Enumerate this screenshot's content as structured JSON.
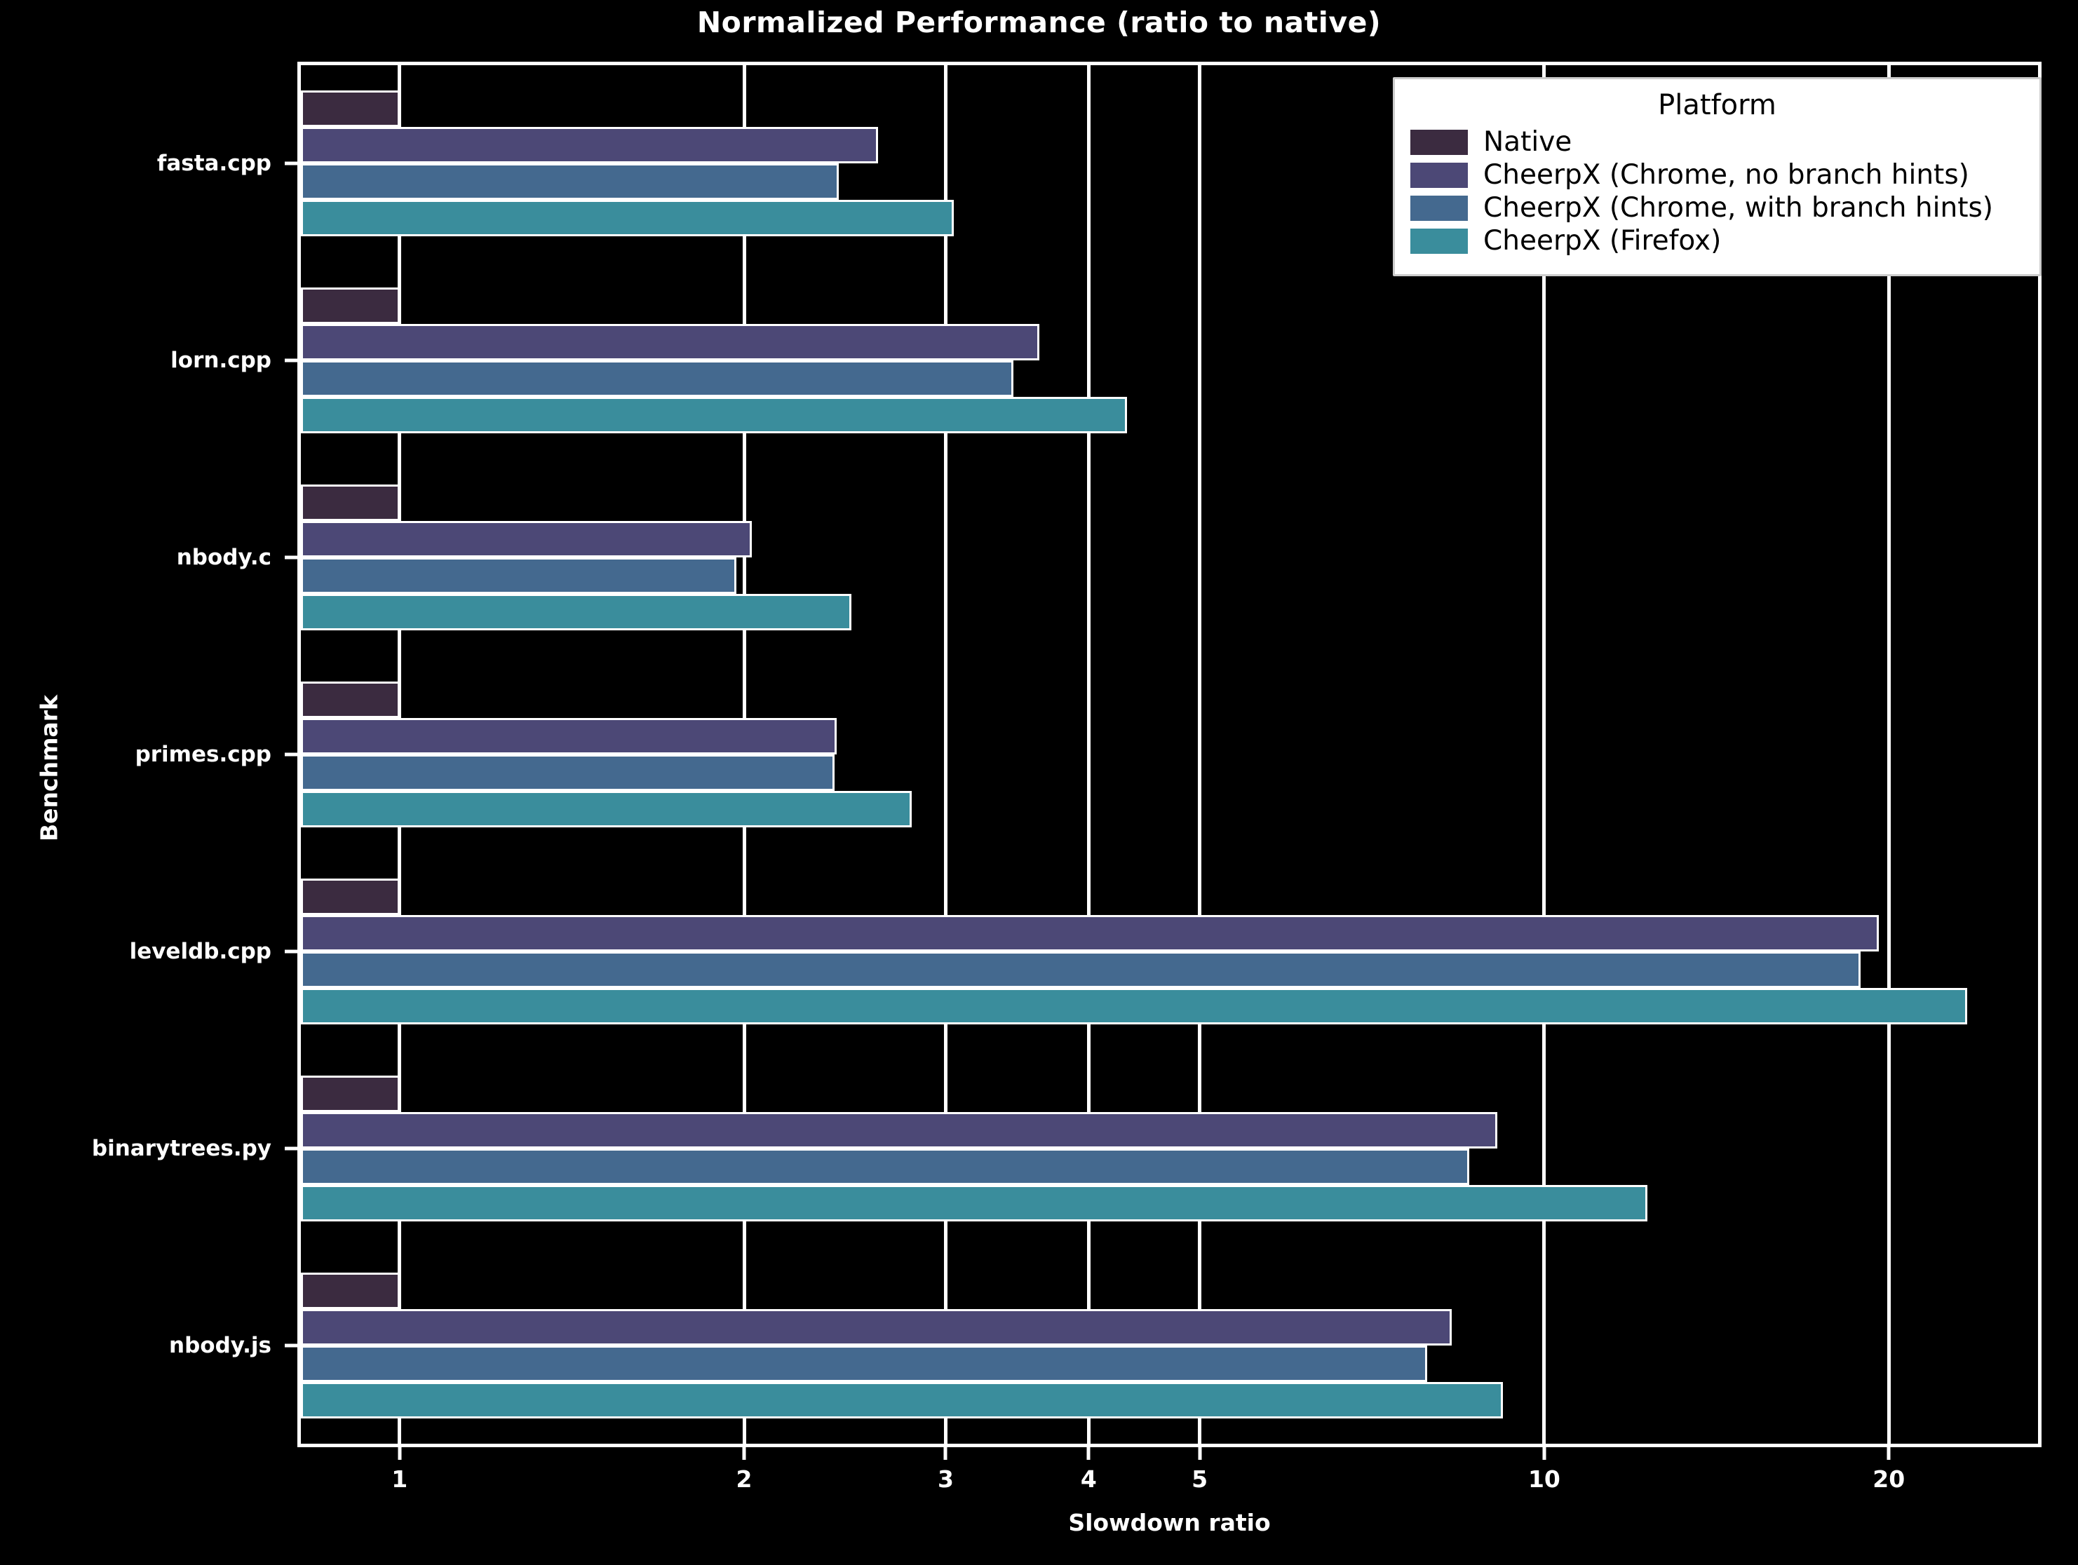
{
  "chart": {
    "title": "Normalized Performance (ratio to native)",
    "xlabel": "Slowdown ratio",
    "ylabel": "Benchmark"
  },
  "legend": {
    "title": "Platform",
    "entries": [
      {
        "label": "Native",
        "color": "#3b2b40"
      },
      {
        "label": "CheerpX (Chrome, no branch hints)",
        "color": "#4c4876"
      },
      {
        "label": "CheerpX (Chrome, with branch hints)",
        "color": "#44698f"
      },
      {
        "label": "CheerpX (Firefox)",
        "color": "#3a8d9c"
      }
    ]
  },
  "axes": {
    "x_ticks": [
      {
        "value": 1,
        "label": "1"
      },
      {
        "value": 2,
        "label": "2"
      },
      {
        "value": 3,
        "label": "3"
      },
      {
        "value": 4,
        "label": "4"
      },
      {
        "value": 5,
        "label": "5"
      },
      {
        "value": 10,
        "label": "10"
      },
      {
        "value": 20,
        "label": "20"
      }
    ],
    "x_scale": "log",
    "x_min": 0.82,
    "x_max": 27.0,
    "grid": true,
    "legend_position": "upper right"
  },
  "chart_data": {
    "type": "bar",
    "orientation": "horizontal",
    "title": "Normalized Performance (ratio to native)",
    "xlabel": "Slowdown ratio",
    "ylabel": "Benchmark",
    "xscale": "log",
    "xlim": [
      0.82,
      27.0
    ],
    "grid": true,
    "legend_position": "upper right",
    "categories": [
      "fasta.cpp",
      "lorn.cpp",
      "nbody.c",
      "primes.cpp",
      "leveldb.cpp",
      "binarytrees.py",
      "nbody.js"
    ],
    "series": [
      {
        "name": "Native",
        "color": "#3b2b40",
        "values": [
          1.0,
          1.0,
          1.0,
          1.0,
          1.0,
          1.0,
          1.0
        ]
      },
      {
        "name": "CheerpX (Chrome, no branch hints)",
        "color": "#4c4876",
        "values": [
          2.62,
          3.62,
          2.03,
          2.41,
          19.6,
          9.1,
          8.3
        ]
      },
      {
        "name": "CheerpX (Chrome, with branch hints)",
        "color": "#44698f",
        "values": [
          2.42,
          3.44,
          1.97,
          2.4,
          18.9,
          8.6,
          7.9
        ]
      },
      {
        "name": "CheerpX (Firefox)",
        "color": "#3a8d9c",
        "values": [
          3.05,
          4.32,
          2.48,
          2.8,
          23.4,
          12.3,
          9.2
        ]
      }
    ]
  }
}
